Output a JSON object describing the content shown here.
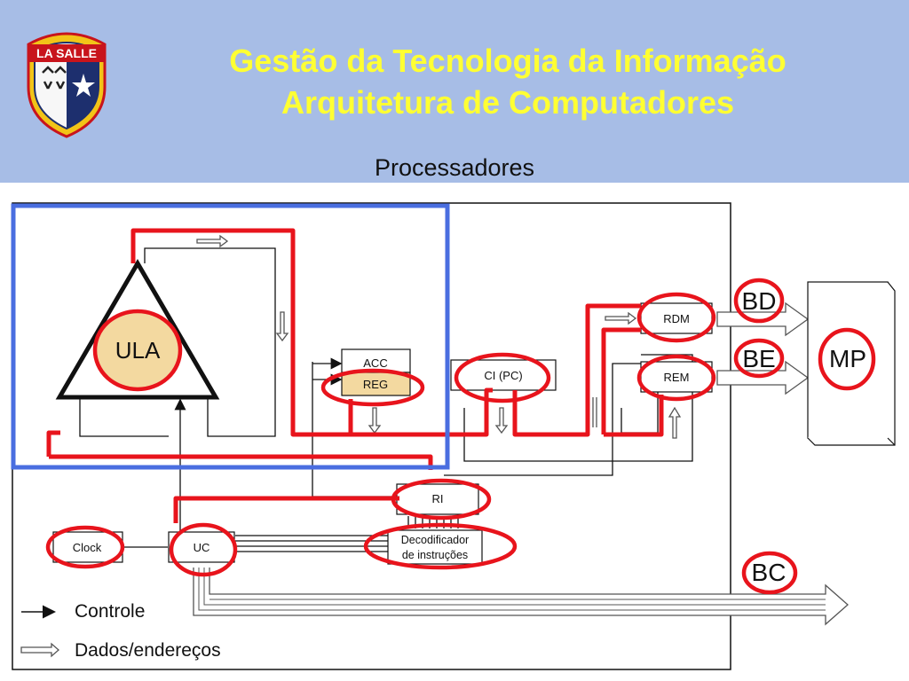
{
  "header": {
    "logo_text": "LA SALLE",
    "title_line1": "Gestão da Tecnologia da Informação",
    "title_line2": "Arquitetura de Computadores",
    "subtitle": "Processadores"
  },
  "diagram": {
    "blocks": {
      "ula": "ULA",
      "acc": "ACC",
      "reg": "REG",
      "ci": "CI (PC)",
      "rdm": "RDM",
      "rem": "REM",
      "ri": "RI",
      "uc": "UC",
      "clock": "Clock",
      "decoder_line1": "Decodificador",
      "decoder_line2": "de instruções",
      "mp": "MP"
    },
    "buses": {
      "bd": "BD",
      "be": "BE",
      "bc": "BC"
    },
    "legend": {
      "control": "Controle",
      "data": "Dados/endereços"
    }
  },
  "colors": {
    "header_bg": "#a7bde6",
    "title": "#ffff33",
    "highlight_red": "#e8141c",
    "highlight_blue": "#4a6ee0",
    "ula_fill": "#f3d9a0"
  }
}
